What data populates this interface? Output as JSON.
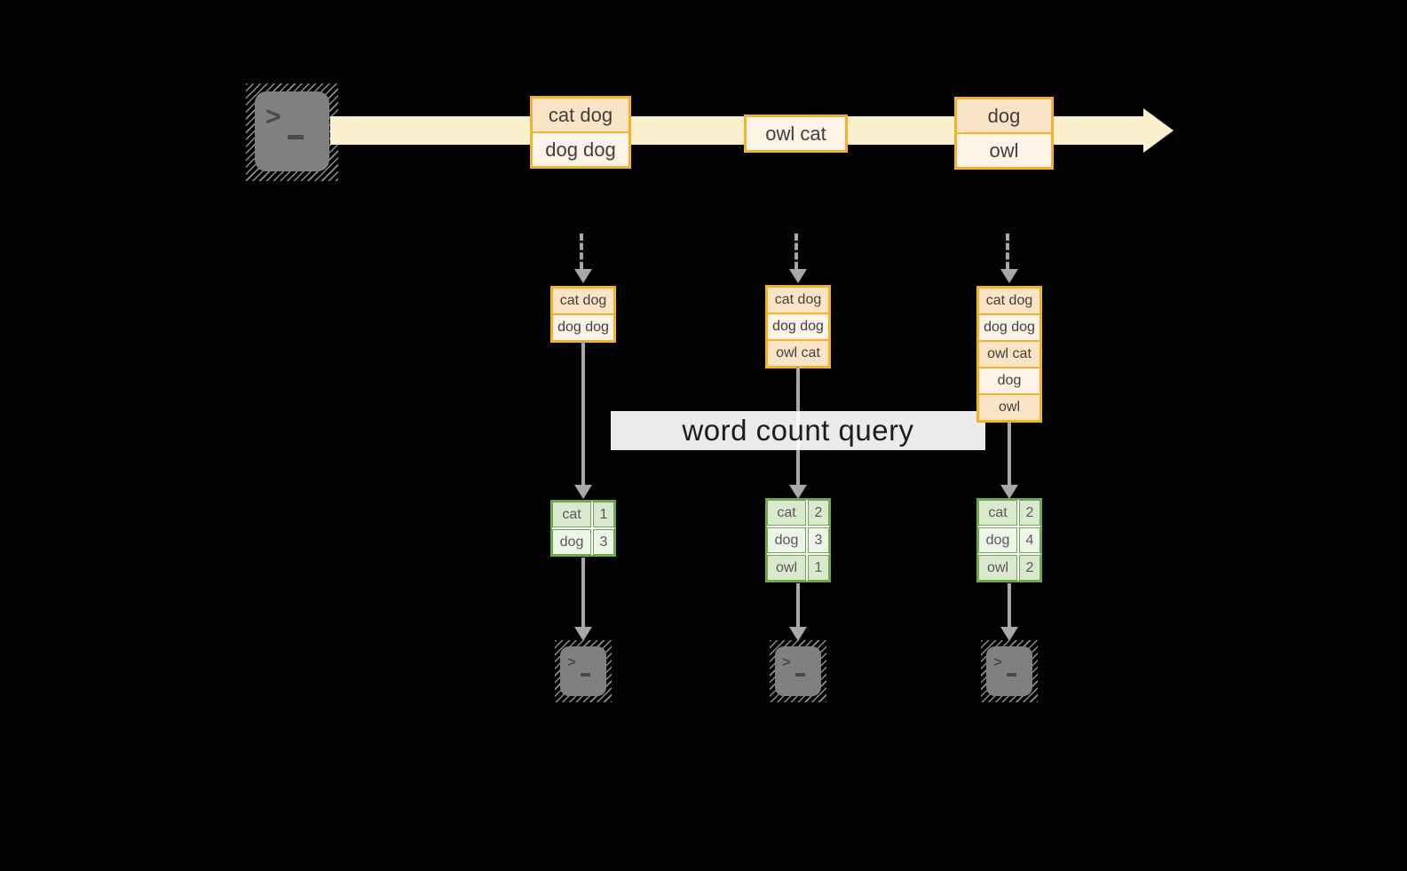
{
  "query_label": "word count query",
  "stream_events": [
    {
      "lines": [
        "cat dog",
        "dog dog"
      ]
    },
    {
      "lines": [
        "owl cat"
      ]
    },
    {
      "lines": [
        "dog",
        "owl"
      ]
    }
  ],
  "columns": [
    {
      "buffer": [
        "cat dog",
        "dog dog"
      ],
      "counts": [
        {
          "word": "cat",
          "count": "1"
        },
        {
          "word": "dog",
          "count": "3"
        }
      ]
    },
    {
      "buffer": [
        "cat dog",
        "dog dog",
        "owl cat"
      ],
      "counts": [
        {
          "word": "cat",
          "count": "2"
        },
        {
          "word": "dog",
          "count": "3"
        },
        {
          "word": "owl",
          "count": "1"
        }
      ]
    },
    {
      "buffer": [
        "cat dog",
        "dog dog",
        "owl cat",
        "dog",
        "owl"
      ],
      "counts": [
        {
          "word": "cat",
          "count": "2"
        },
        {
          "word": "dog",
          "count": "4"
        },
        {
          "word": "owl",
          "count": "2"
        }
      ]
    }
  ],
  "terminal_prompt": ">",
  "colors": {
    "amber_border": "#F2B32B",
    "peach_fill": "#FBE3C5",
    "cream_fill": "#FDF3E6",
    "stream_band": "#FAF0CD",
    "green_border": "#6FA84F",
    "green_fill_dark": "#DAE9CE",
    "green_fill_light": "#EDF5E8",
    "arrow_gray": "#A8A8A8",
    "terminal_fill": "#808080",
    "terminal_glyph": "#4A4A4A",
    "text_dark": "#3F3F3F",
    "table_text": "#595959",
    "label_bg": "#FFFFFF",
    "label_text": "#1F1F1F"
  }
}
